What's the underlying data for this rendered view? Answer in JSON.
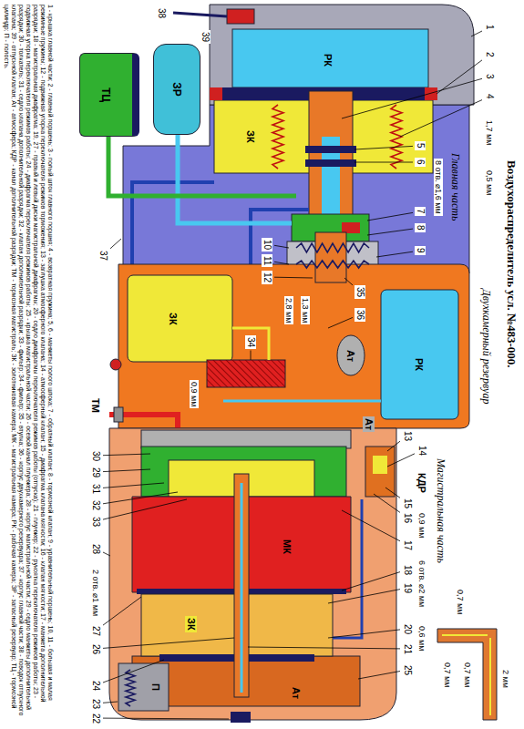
{
  "diagram": {
    "title": "Воздухораспределитель усл. №483-000.",
    "caption": "1 - крышка главной части; 2 - главный поршень; 3 - полый шток главного поршня; 4 - возвратная пружина; 5, 6 - манжеты полого штока; 7 - обратный клапан; 8 - тормозной клапан; 9 - уравнительный поршень; 10, 11 - большая и малая режимные пружины; 12 - подвижная упорка переключателя режимов торможения; 13 - заглушка атмосферного клапана; 14 - атмосферный клапан; 15 - диафрагма клапана мягкости; 16 - клапан мягкости; 17 - манжета дополнительной разрядки; 18 - магистральная диафрагма; 19, 27 - правый и левый диски магистральной диафрагмы; 20 - седло диафрагмы переключателя режимов работы (отпуска); 21 - плунжер; 22 - рукоятка переключателя режимов работы; 23 - подвижная упорка переключателя режимов работы; 24 - диафрагма переключателя режимов работы; 25 - крышка магистральной части; 26 - осевой канал плунжера; 28 - корпус магистральной части; 29 - седло манжеты дополнительной разрядки; 30 - толкатель; 31 - седло клапана дополнительной разрядки; 32 - клапан дополнительной разрядки; 33 - фильтр; 34 - фильтр; 35 - втулка; 36 - корпус двухкамерного резервуара; 37 - корпус главной части; 38 - поводок отпускного клапана; 39 - отпускной клапан; Ат - атмосфера; КДР - канал дополнительной разрядки; ТМ - тормозная магистраль; ЗК - золотниковая камера; МК - магистральная камера; РК - рабочая камера; ЗР - запасный резервуар; ТЦ - тормозной цилиндр; П - полость.",
    "nodes": [
      {
        "text": [
          "ЗР"
        ]
      },
      {
        "text": [
          "ТЦ"
        ]
      }
    ],
    "labels": [
      "1",
      "2",
      "3",
      "4",
      "1,7 мм",
      "0,5 мм",
      "Главная часть",
      "8 отв. ⌀1,6 мм",
      "5",
      "6",
      "7",
      "8",
      "9",
      "10",
      "11",
      "12",
      "Двухкамерный резервуар",
      "Магистральная часть",
      "13",
      "14",
      "КДР",
      "15",
      "16",
      "0,9 мм",
      "17",
      "6 отв. ⌀2 мм",
      "18",
      "19",
      "20",
      "21",
      "0,6 мм",
      "2 мм",
      "0,7 мм",
      "0,7 мм",
      "0,7 мм",
      "22",
      "23",
      "24",
      "25",
      "26",
      "2 отв. ⌀1 мм",
      "27",
      "28",
      "29",
      "30",
      "31",
      "32",
      "33",
      "Ат",
      "ТМ",
      "0,9 мм",
      "34",
      "35",
      "36",
      "1,3 мм",
      "2,8 мм",
      "37",
      "38",
      "39",
      "РК",
      "ЗК",
      "РК",
      "ЗК",
      "Ат",
      "Ат",
      "МК",
      "ЗК",
      "П"
    ]
  }
}
